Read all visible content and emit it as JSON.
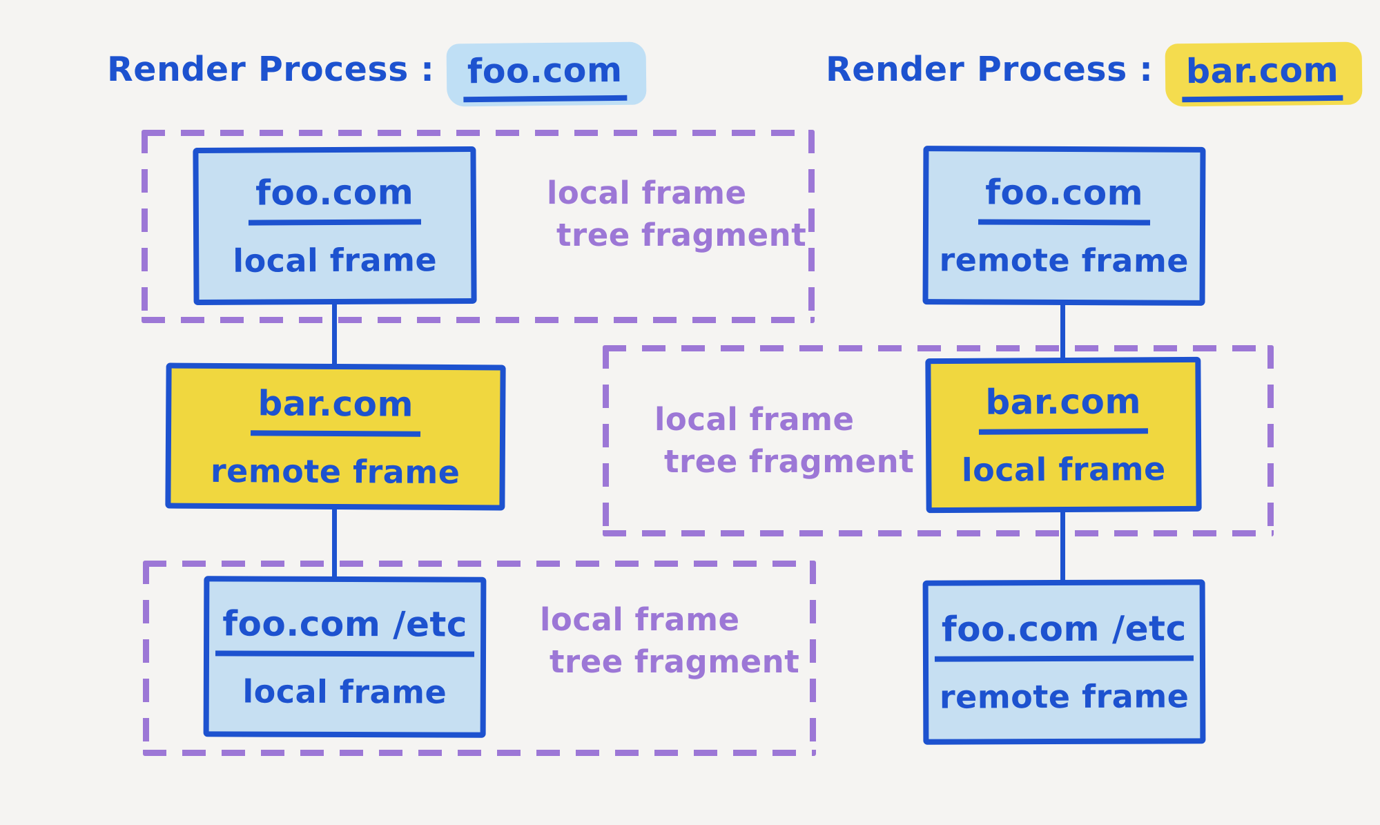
{
  "diagram": {
    "background": "#f5f4f2",
    "ink_blue": "#1d52cf",
    "fill_light_blue": "#c6dff2",
    "fill_yellow": "#f0d73f",
    "title_highlight_blue": "#bfdff5",
    "title_highlight_yellow": "#f4dc4e",
    "fragment_purple": "#9c77d6"
  },
  "left_process": {
    "title_prefix": "Render Process :",
    "title_domain": "foo.com",
    "nodes": [
      {
        "domain": "foo.com",
        "frame_type": "local frame"
      },
      {
        "domain": "bar.com",
        "frame_type": "remote frame"
      },
      {
        "domain": "foo.com /etc",
        "frame_type": "local frame"
      }
    ],
    "fragment_labels": [
      {
        "line1": "local frame",
        "line2": "tree fragment"
      },
      {
        "line1": "local frame",
        "line2": "tree fragment"
      }
    ]
  },
  "right_process": {
    "title_prefix": "Render Process :",
    "title_domain": "bar.com",
    "nodes": [
      {
        "domain": "foo.com",
        "frame_type": "remote frame"
      },
      {
        "domain": "bar.com",
        "frame_type": "local frame"
      },
      {
        "domain": "foo.com /etc",
        "frame_type": "remote frame"
      }
    ],
    "fragment_labels": [
      {
        "line1": "local frame",
        "line2": "tree fragment"
      }
    ]
  }
}
